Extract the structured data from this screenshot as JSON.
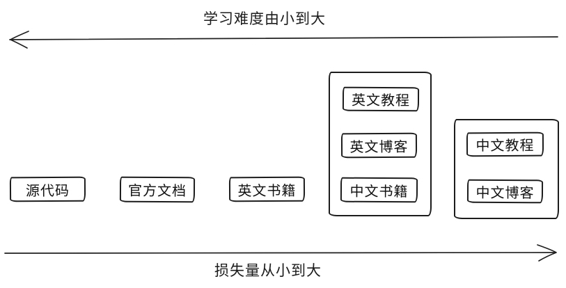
{
  "diagram": {
    "top_axis": {
      "label": "学习难度由小到大",
      "direction": "left"
    },
    "bottom_axis": {
      "label": "损失量从小到大",
      "direction": "right"
    },
    "standalone_boxes": [
      {
        "label": "源代码"
      },
      {
        "label": "官方文档"
      },
      {
        "label": "英文书籍"
      }
    ],
    "groups": [
      {
        "items": [
          {
            "label": "英文教程"
          },
          {
            "label": "英文博客"
          },
          {
            "label": "中文书籍"
          }
        ]
      },
      {
        "items": [
          {
            "label": "中文教程"
          },
          {
            "label": "中文博客"
          }
        ]
      }
    ],
    "colors": {
      "stroke": "#1c1c1c",
      "text": "#1a1a1a",
      "background": "#ffffff"
    }
  }
}
